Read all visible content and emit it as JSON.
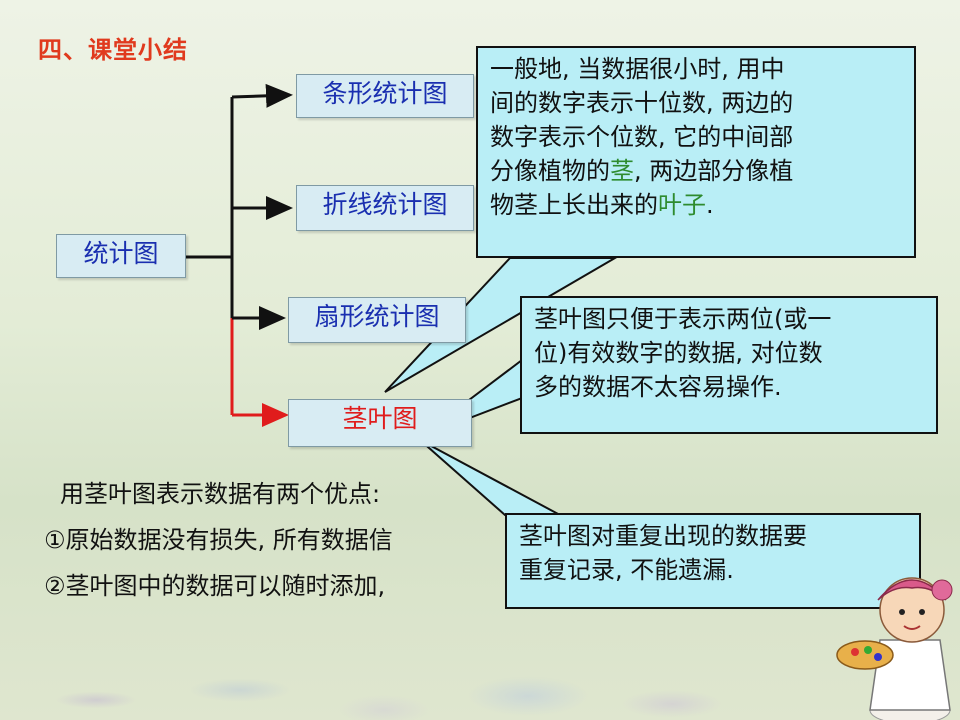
{
  "section_title": "四、课堂小结",
  "root": "统计图",
  "branches": [
    "条形统计图",
    "折线统计图",
    "扇形统计图",
    "茎叶图"
  ],
  "callout1": {
    "line1": "一般地, 当数据很小时, 用中",
    "line2": "间的数字表示十位数, 两边的",
    "line3": "数字表示个位数, 它的中间部",
    "line4_pre": "分像植物的",
    "line4_hl": "茎",
    "line4_post": ", 两边部分像植",
    "line5_pre": "物茎上长出来的",
    "line5_hl": "叶子",
    "line5_post": "."
  },
  "callout2": {
    "line1": "茎叶图只便于表示两位(或一",
    "line2": "位)有效数字的数据, 对位数",
    "line3": "多的数据不太容易操作."
  },
  "callout3": {
    "line1": "茎叶图对重复出现的数据要",
    "line2": "重复记录, 不能遗漏."
  },
  "advantages": {
    "intro": "用茎叶图表示数据有两个优点:",
    "item1": "①原始数据没有损失, 所有数据信",
    "item2": "②茎叶图中的数据可以随时添加,"
  },
  "colors": {
    "title": "#e03a1e",
    "box_text": "#1a2fb0",
    "highlight_red": "#e01c1c",
    "highlight_green": "#2e8b2e",
    "callout_bg": "#b9eef6"
  }
}
